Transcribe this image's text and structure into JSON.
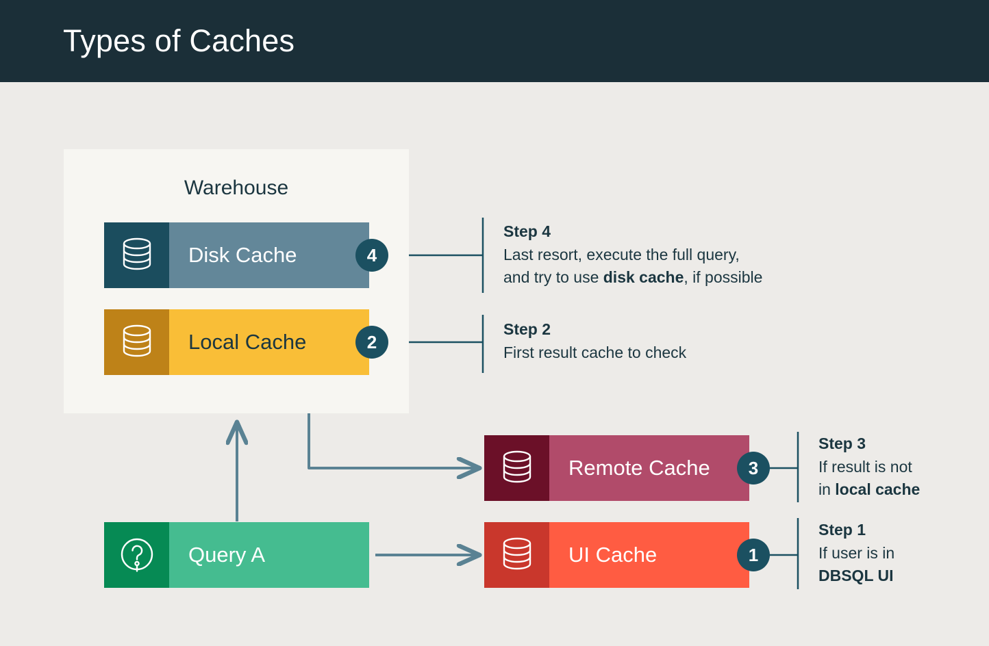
{
  "header": {
    "title": "Types of Caches"
  },
  "warehouse": {
    "label": "Warehouse"
  },
  "nodes": {
    "disk_cache": {
      "label": "Disk Cache",
      "icon": "database-icon",
      "badge": "4",
      "icon_color": "#1B4D5E",
      "body_color": "#638799"
    },
    "local_cache": {
      "label": "Local Cache",
      "icon": "database-icon",
      "badge": "2",
      "icon_color": "#BE8218",
      "body_color": "#F9BE37"
    },
    "remote_cache": {
      "label": "Remote Cache",
      "icon": "database-icon",
      "badge": "3",
      "icon_color": "#6B1028",
      "body_color": "#B14B6A"
    },
    "ui_cache": {
      "label": "UI Cache",
      "icon": "database-icon",
      "badge": "1",
      "icon_color": "#C9372C",
      "body_color": "#FF5C42"
    },
    "query": {
      "label": "Query A",
      "icon": "question-circle-icon",
      "icon_color": "#068A54",
      "body_color": "#45BC90"
    }
  },
  "steps": [
    {
      "title": "Step 1",
      "desc_parts": [
        {
          "text": "If user is in",
          "bold": false
        },
        {
          "text": "DBSQL UI",
          "bold": true
        }
      ],
      "desc_plain": "If user is in DBSQL UI",
      "line1": "If user is in",
      "line2": "DBSQL UI"
    },
    {
      "title": "Step 2",
      "desc_plain": "First result cache to check",
      "line1": "First result cache to check",
      "line2": ""
    },
    {
      "title": "Step 3",
      "desc_plain": "If result is not in local cache",
      "line1": "If result is not",
      "line2_prefix": "in ",
      "line2_bold": "local cache"
    },
    {
      "title": "Step 4",
      "desc_plain": "Last resort, execute the full query, and try to use disk cache, if possible",
      "line1": "Last resort, execute the full query,",
      "line2_prefix": "and try to use ",
      "line2_bold": "disk cache",
      "line2_suffix": ", if possible"
    }
  ],
  "colors": {
    "header_bg": "#1B2F38",
    "page_bg": "#EDEBE8",
    "panel_bg": "#F7F6F2",
    "badge_bg": "#1B5061",
    "text_dark": "#1B3640",
    "connector": "#5A8293",
    "bracket": "#1B5061"
  }
}
